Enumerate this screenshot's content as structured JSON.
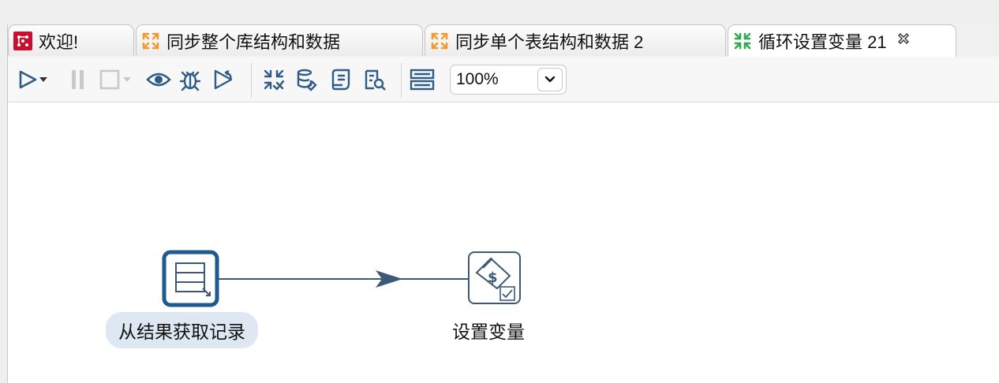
{
  "tabs": [
    {
      "label": "欢迎!",
      "icon": "welcome-icon",
      "active": false
    },
    {
      "label": "同步整个库结构和数据",
      "icon": "job-icon",
      "active": false
    },
    {
      "label": "同步单个表结构和数据 2",
      "icon": "job-icon",
      "active": false
    },
    {
      "label": "循环设置变量 21",
      "icon": "transformation-icon",
      "active": true
    }
  ],
  "toolbar": {
    "zoom_value": "100%",
    "buttons": [
      "run-icon",
      "run-dropdown-icon",
      "pause-icon",
      "stop-icon",
      "preview-icon",
      "debug-icon",
      "replay-icon",
      "verify-icon",
      "sql-icon",
      "impact-icon",
      "explore-db-icon",
      "layout-icon"
    ]
  },
  "canvas": {
    "steps": [
      {
        "label": "从结果获取记录",
        "icon": "get-rows-from-result-icon",
        "selected": true
      },
      {
        "label": "设置变量",
        "icon": "set-variables-icon",
        "selected": false
      }
    ],
    "hops": [
      {
        "from": "从结果获取记录",
        "to": "设置变量"
      }
    ]
  },
  "colors": {
    "step_border": "#1f5a8f",
    "hop": "#3c5a78",
    "job_icon": "#f29a2e",
    "trans_icon": "#2fa84f",
    "welcome_icon": "#c8102e"
  }
}
